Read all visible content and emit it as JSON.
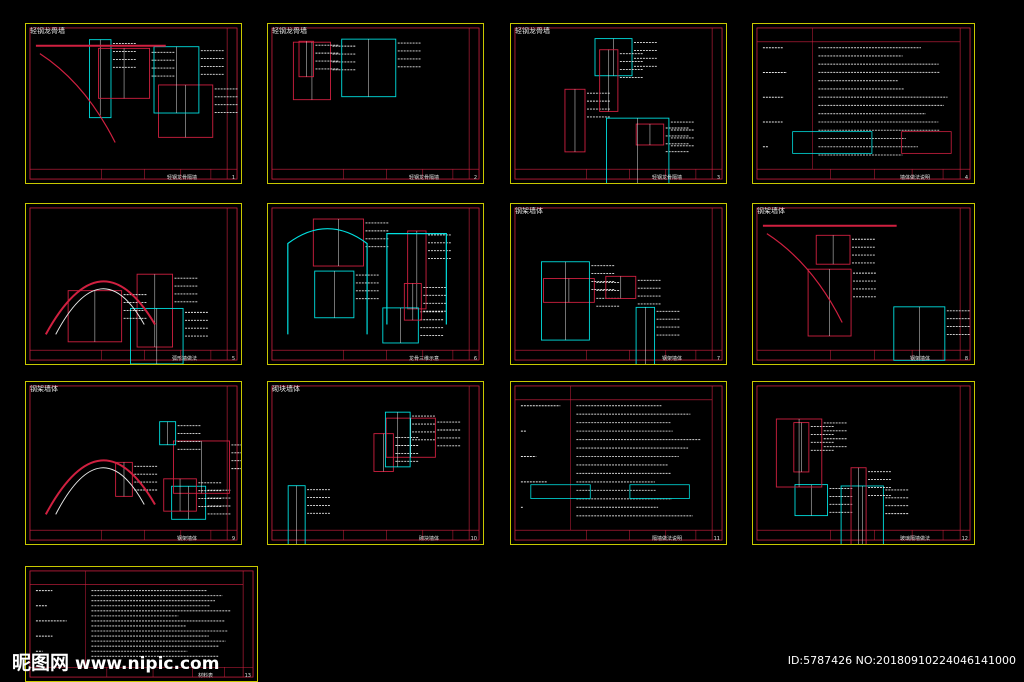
{
  "sheets": [
    {
      "title": "轻钢龙骨墙",
      "name": "轻钢龙骨隔墙",
      "number": "1"
    },
    {
      "title": "轻钢龙骨墙",
      "name": "轻钢龙骨隔墙",
      "number": "2"
    },
    {
      "title": "轻钢龙骨墙",
      "name": "轻钢龙骨隔墙",
      "number": "3"
    },
    {
      "title": "",
      "name": "墙体做法说明",
      "number": "4"
    },
    {
      "title": "",
      "name": "弧形墙做法",
      "number": "5"
    },
    {
      "title": "",
      "name": "龙骨三维示意",
      "number": "6"
    },
    {
      "title": "钢架墙体",
      "name": "钢架墙体",
      "number": "7"
    },
    {
      "title": "钢架墙体",
      "name": "钢架墙体",
      "number": "8"
    },
    {
      "title": "钢架墙体",
      "name": "钢架墙体",
      "number": "9"
    },
    {
      "title": "砌块墙体",
      "name": "砌块墙体",
      "number": "10"
    },
    {
      "title": "",
      "name": "隔墙做法说明",
      "number": "11"
    },
    {
      "title": "",
      "name": "玻璃隔墙做法",
      "number": "12"
    },
    {
      "title": "",
      "name": "材料表",
      "number": "13"
    }
  ],
  "watermark": {
    "brand": "昵图网",
    "url": "www.nipic.com",
    "id_text": "ID:5787426 NO:20180910224046141000"
  },
  "colors": {
    "background": "#000000",
    "frame": "#c8c800",
    "border": "#d02040",
    "cyan": "#00e0e0",
    "white": "#e8e8e8"
  }
}
